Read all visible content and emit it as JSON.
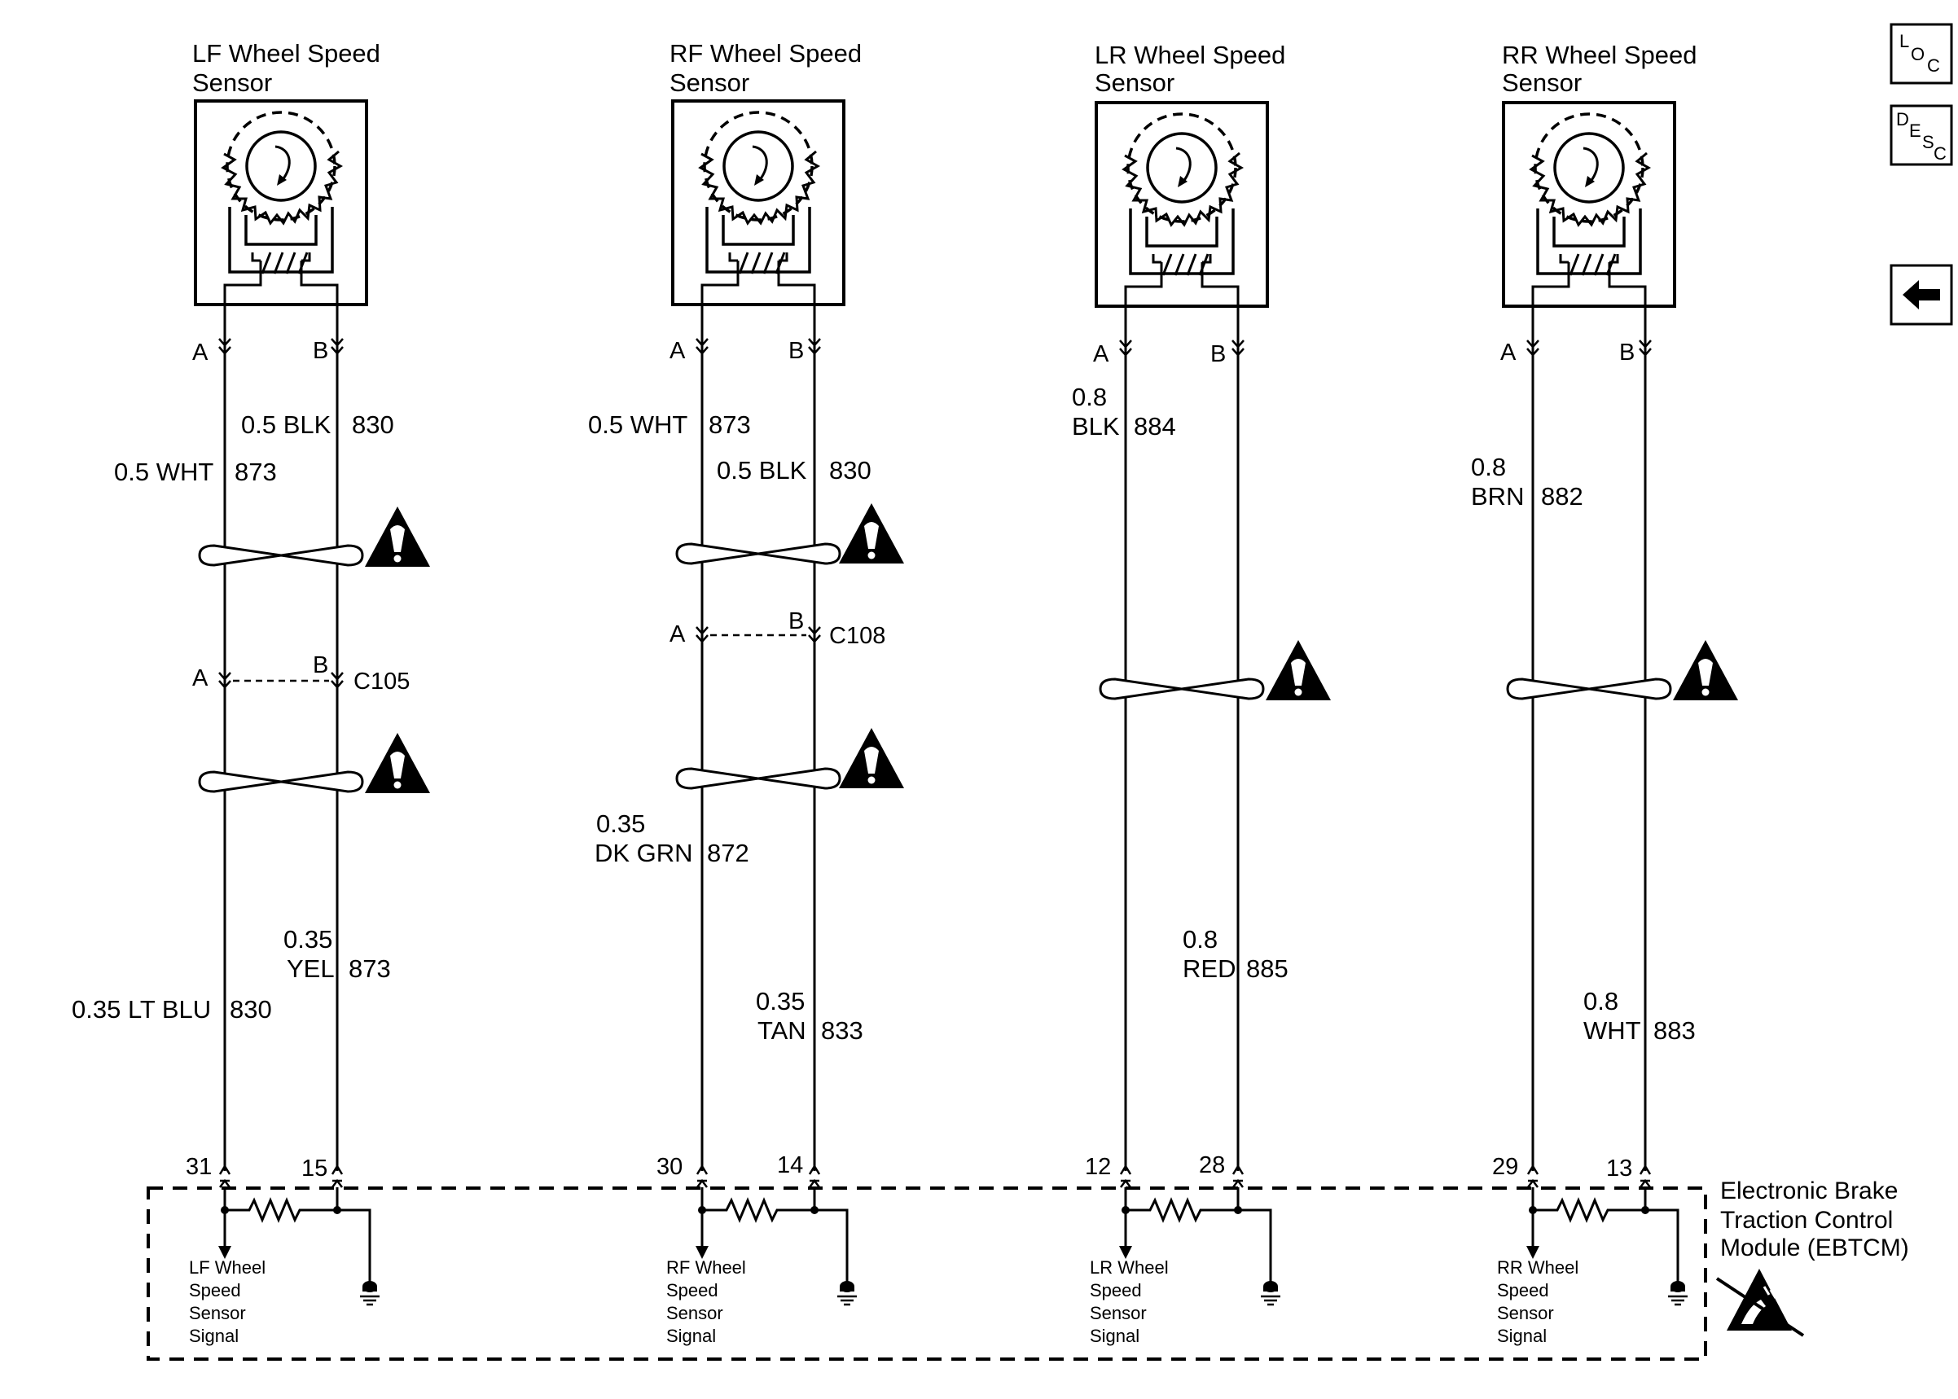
{
  "sensors": [
    {
      "id": "lf",
      "title_line1": "LF Wheel Speed",
      "title_line2": "Sensor",
      "pin_a": "A",
      "pin_b": "B",
      "upper_a": {
        "size": "0.5 WHT",
        "circuit": "873"
      },
      "upper_b": {
        "size": "0.5 BLK",
        "circuit": "830"
      },
      "connector": {
        "name": "C105",
        "pin_a": "A",
        "pin_b": "B"
      },
      "lower_a": {
        "size": "0.35 LT BLU",
        "circuit": "830"
      },
      "lower_b": {
        "size": "0.35",
        "color": "YEL",
        "circuit": "873"
      },
      "module_pin_a": "31",
      "module_pin_b": "15",
      "signal": [
        "LF Wheel",
        "Speed",
        "Sensor",
        "Signal"
      ]
    },
    {
      "id": "rf",
      "title_line1": "RF Wheel Speed",
      "title_line2": "Sensor",
      "pin_a": "A",
      "pin_b": "B",
      "upper_a": {
        "size": "0.5 WHT",
        "circuit": "873"
      },
      "upper_b": {
        "size": "0.5 BLK",
        "circuit": "830"
      },
      "connector": {
        "name": "C108",
        "pin_a": "A",
        "pin_b": "B"
      },
      "lower_a": {
        "size": "0.35",
        "color": "DK GRN",
        "circuit": "872"
      },
      "lower_b": {
        "size": "0.35",
        "color": "TAN",
        "circuit": "833"
      },
      "module_pin_a": "30",
      "module_pin_b": "14",
      "signal": [
        "RF Wheel",
        "Speed",
        "Sensor",
        "Signal"
      ]
    },
    {
      "id": "lr",
      "title_line1": "LR Wheel Speed",
      "title_line2": "Sensor",
      "pin_a": "A",
      "pin_b": "B",
      "wire_a": {
        "size": "0.8",
        "color": "BLK",
        "circuit": "884"
      },
      "wire_b": {
        "size": "0.8",
        "color": "RED",
        "circuit": "885"
      },
      "module_pin_a": "12",
      "module_pin_b": "28",
      "signal": [
        "LR Wheel",
        "Speed",
        "Sensor",
        "Signal"
      ]
    },
    {
      "id": "rr",
      "title_line1": "RR Wheel Speed",
      "title_line2": "Sensor",
      "pin_a": "A",
      "pin_b": "B",
      "wire_a": {
        "size": "0.8",
        "color": "BRN",
        "circuit": "882"
      },
      "wire_b": {
        "size": "0.8",
        "color": "WHT",
        "circuit": "883"
      },
      "module_pin_a": "29",
      "module_pin_b": "13",
      "signal": [
        "RR Wheel",
        "Speed",
        "Sensor",
        "Signal"
      ]
    }
  ],
  "module": {
    "line1": "Electronic Brake",
    "line2": "Traction Control",
    "line3": "Module (EBTCM)"
  },
  "nav": {
    "loc": {
      "c1": "L",
      "c2": "O",
      "c3": "C"
    },
    "desc": {
      "c1": "D",
      "c2": "E",
      "c3": "S",
      "c4": "C"
    },
    "back_icon": "left-arrow-icon"
  },
  "icons": {
    "caution": "caution-triangle-icon",
    "esd": "esd-sensitive-icon",
    "ground": "ground-icon",
    "twisted_pair": "twisted-pair-icon"
  }
}
